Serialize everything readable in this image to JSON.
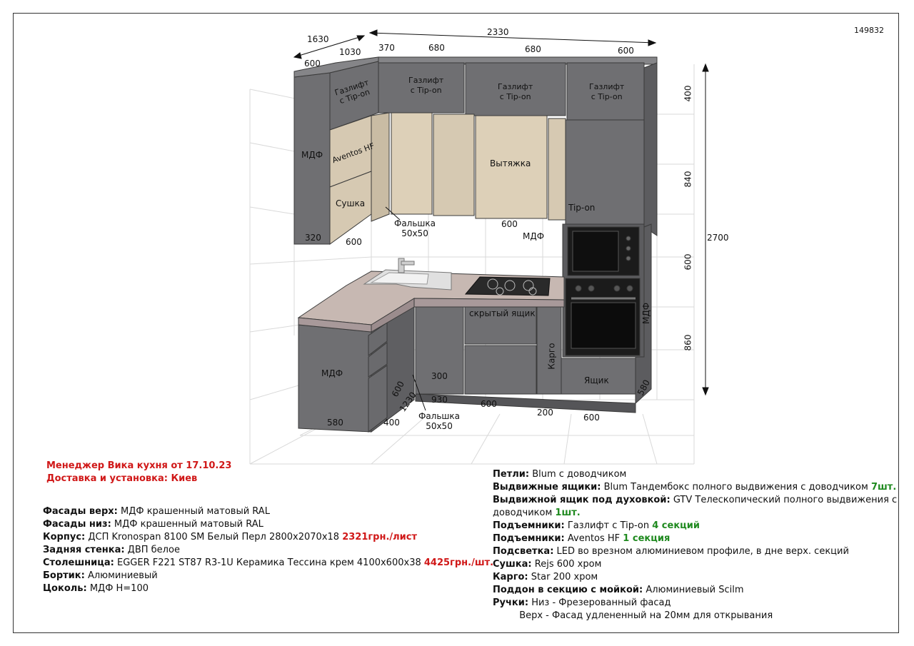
{
  "drawing_id": "149832",
  "dims": {
    "d1630": "1630",
    "d1030": "1030",
    "d600a": "600",
    "d2330": "2330",
    "d370": "370",
    "d680a": "680",
    "d680b": "680",
    "d600b": "600",
    "d400": "400",
    "d840": "840",
    "d600v": "600",
    "d860": "860",
    "d2700": "2700",
    "d320": "320",
    "d600c": "600",
    "d600d": "600",
    "d300": "300",
    "d930": "930",
    "d1230": "1230",
    "d600e": "600",
    "d600f": "600",
    "d200": "200",
    "d600g": "600",
    "d580a": "580",
    "d580b": "580",
    "d400b": "400"
  },
  "labels": {
    "gaz1": [
      "Газлифт",
      "с Tip-on"
    ],
    "gaz2": [
      "Газлифт",
      "с Tip-on"
    ],
    "gaz3": [
      "Газлифт",
      "с Tip-on"
    ],
    "gaz4": [
      "Газлифт",
      "с Tip-on"
    ],
    "mdf1": "МДФ",
    "aventos": "Aventos HF",
    "sushka": "Сушка",
    "vytyazhka": "Вытяжка",
    "falshka1": [
      "Фальшка",
      "50x50"
    ],
    "tipon": "Tip-on",
    "mdf2": "МДФ",
    "mdf3": "МДФ",
    "skryty": "скрытый ящик",
    "kargo": "Карго",
    "yashchik": "Ящик",
    "mdf4": "МДФ",
    "falshka2": [
      "Фальшка",
      "50x50"
    ]
  },
  "manager": {
    "line1": "Менеджер Вика кухня от 17.10.23",
    "line2": "Доставка и установка: Киев"
  },
  "left_notes": [
    {
      "k": "Фасады верх:",
      "v": " МДФ крашенный матовый RAL",
      "extra": ""
    },
    {
      "k": "Фасады низ:",
      "v": " МДФ крашенный матовый RAL",
      "extra": ""
    },
    {
      "k": "Корпус:",
      "v": " ДСП Kronospan 8100 SM Белый Перл 2800х2070х18 ",
      "extra": "2321грн./лист"
    },
    {
      "k": "Задняя стенка:",
      "v": " ДВП белое",
      "extra": ""
    },
    {
      "k": "Столешница:",
      "v": " EGGER F221 ST87 R3-1U Керамика Тессина крем 4100х600х38 ",
      "extra": "4425грн./шт."
    },
    {
      "k": "Бортик:",
      "v": " Алюминиевый",
      "extra": ""
    },
    {
      "k": "Цоколь:",
      "v": " МДФ Н=100",
      "extra": ""
    }
  ],
  "right_notes": [
    {
      "k": "Петли:",
      "v": " Blum с доводчиком",
      "extra": ""
    },
    {
      "k": "Выдвижные ящики:",
      "v": " Blum Тандембокс полного выдвижения с доводчиком ",
      "extra": "7шт."
    },
    {
      "k": "Выдвижной ящик под духовкой:",
      "v": " GTV Телескопический полного выдвижения с",
      "extra": ""
    },
    {
      "k": "",
      "v": "доводчиком ",
      "extra": "1шт."
    },
    {
      "k": "Подъемники:",
      "v": " Газлифт с Tip-on ",
      "extra": "4 секций"
    },
    {
      "k": "Подъемники:",
      "v": " Aventos HF ",
      "extra": "1 секция"
    },
    {
      "k": "Подсветка:",
      "v": " LED во врезном алюминиевом профиле, в дне верх. секций",
      "extra": ""
    },
    {
      "k": "Сушка:",
      "v": " Rejs 600  хром",
      "extra": ""
    },
    {
      "k": "Карго:",
      "v": " Star 200 хром",
      "extra": ""
    },
    {
      "k": "Поддон в секцию с мойкой:",
      "v": " Алюминиевый Scilm",
      "extra": ""
    },
    {
      "k": "Ручки:",
      "v": " Низ - Фрезерованный фасад",
      "extra": ""
    },
    {
      "k": "",
      "v": "         Верх - Фасад удлененный на 20мм для открывания",
      "extra": ""
    }
  ]
}
